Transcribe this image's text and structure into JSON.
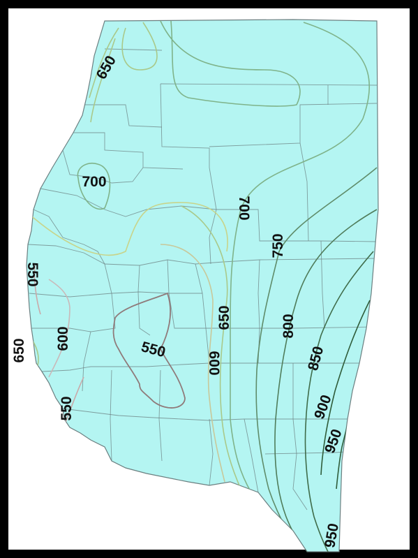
{
  "map": {
    "colors": {
      "land": "#b4f5f2",
      "county_border": "#6b7f80",
      "frame": "#000000",
      "contour_low": "#8f7a7a",
      "contour_mid": "#a9c98a",
      "contour_high": "#5f8c6a"
    },
    "contour_labels": [
      {
        "id": "c650-nw",
        "text": "650"
      },
      {
        "id": "c700-w",
        "text": "700"
      },
      {
        "id": "c550-w1",
        "text": "550"
      },
      {
        "id": "c650-w",
        "text": "650"
      },
      {
        "id": "c600-w",
        "text": "600"
      },
      {
        "id": "c550-sw",
        "text": "550"
      },
      {
        "id": "c550-c",
        "text": "550"
      },
      {
        "id": "c600-c",
        "text": "600"
      },
      {
        "id": "c650-c",
        "text": "650"
      },
      {
        "id": "c700-e",
        "text": "700"
      },
      {
        "id": "c750",
        "text": "750"
      },
      {
        "id": "c800",
        "text": "800"
      },
      {
        "id": "c850",
        "text": "850"
      },
      {
        "id": "c900",
        "text": "900"
      },
      {
        "id": "c950-a",
        "text": "950"
      },
      {
        "id": "c950-b",
        "text": "950"
      }
    ]
  }
}
